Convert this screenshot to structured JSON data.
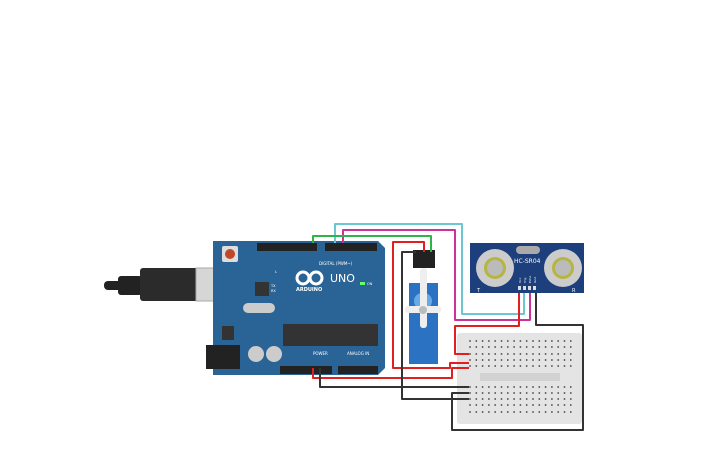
{
  "arduino": {
    "brand": "ARDUINO",
    "model": "UNO",
    "digital_label": "DIGITAL (PWM~)",
    "power_label": "POWER",
    "analog_label": "ANALOG IN",
    "on_label": "ON",
    "led_l": "L",
    "led_tx": "TX",
    "led_rx": "RX"
  },
  "sensor": {
    "name": "HC-SR04",
    "t_label": "T",
    "r_label": "R",
    "pins": [
      "Vcc",
      "Trig",
      "Echo",
      "Gnd"
    ]
  },
  "colors": {
    "board": "#2a6496",
    "sensor": "#1d3f7c",
    "servo": "#2b73c2",
    "wire_red": "#e02020",
    "wire_black": "#333333",
    "wire_green": "#2fb44a",
    "wire_cyan": "#6cc7d2",
    "wire_magenta": "#cc3399"
  }
}
